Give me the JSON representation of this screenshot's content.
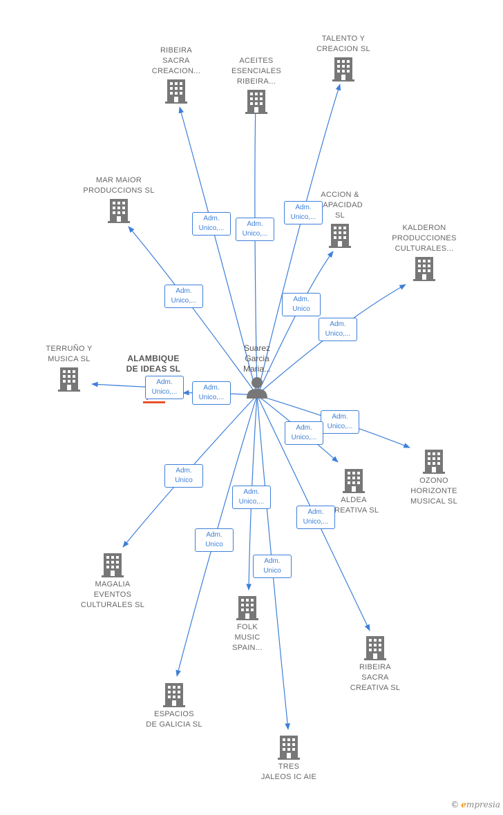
{
  "center": {
    "name": "Suarez\nGarcia\nMaria..."
  },
  "companies": [
    {
      "id": "ribeira_sacra_creacion",
      "label": "RIBEIRA\nSACRA\nCREACION..."
    },
    {
      "id": "aceites",
      "label": "ACEITES\nESENCIALES\nRIBEIRA..."
    },
    {
      "id": "talento",
      "label": "TALENTO Y\nCREACION  SL"
    },
    {
      "id": "mar_maior",
      "label": "MAR MAIOR\nPRODUCCIONS SL"
    },
    {
      "id": "accion",
      "label": "ACCION &\nCAPACIDAD\nSL"
    },
    {
      "id": "kalderon",
      "label": "KALDERON\nPRODUCCIONES\nCULTURALES..."
    },
    {
      "id": "terruno",
      "label": "TERRUÑO Y\nMUSICA  SL"
    },
    {
      "id": "alambique",
      "label": "ALAMBIQUE\nDE IDEAS  SL"
    },
    {
      "id": "ozono",
      "label": "OZONO\nHORIZONTE\nMUSICAL  SL"
    },
    {
      "id": "aldea",
      "label": "ALDEA\nCREATIVA  SL"
    },
    {
      "id": "magalia",
      "label": "MAGALIA\nEVENTOS\nCULTURALES SL"
    },
    {
      "id": "folk",
      "label": "FOLK\nMUSIC\nSPAIN..."
    },
    {
      "id": "ribeira_sacra_creativa",
      "label": "RIBEIRA\nSACRA\nCREATIVA  SL"
    },
    {
      "id": "espacios",
      "label": "ESPACIOS\nDE GALICIA  SL"
    },
    {
      "id": "tres_jaleos",
      "label": "TRES\nJALEOS IC AIE"
    }
  ],
  "edges": [
    {
      "to": "ribeira_sacra_creacion",
      "label": "Adm.\nUnico,..."
    },
    {
      "to": "aceites",
      "label": "Adm.\nUnico,..."
    },
    {
      "to": "talento",
      "label": "Adm.\nUnico,..."
    },
    {
      "to": "mar_maior",
      "label": "Adm.\nUnico,..."
    },
    {
      "to": "accion",
      "label": "Adm.\nUnico"
    },
    {
      "to": "kalderon",
      "label": "Adm.\nUnico,..."
    },
    {
      "to": "alambique",
      "label": "Adm.\nUnico,..."
    },
    {
      "to": "terruno",
      "label": "Adm.\nUnico,..."
    },
    {
      "to": "ozono",
      "label": "Adm.\nUnico,..."
    },
    {
      "to": "aldea",
      "label": "Adm.\nUnico,..."
    },
    {
      "to": "magalia",
      "label": "Adm.\nUnico"
    },
    {
      "to": "folk",
      "label": "Adm.\nUnico,..."
    },
    {
      "to": "ribeira_sacra_creativa",
      "label": "Adm.\nUnico,..."
    },
    {
      "to": "espacios",
      "label": "Adm.\nUnico"
    },
    {
      "to": "tres_jaleos",
      "label": "Adm.\nUnico"
    }
  ],
  "colors": {
    "edge": "#3d7fd9",
    "icon": "#777777",
    "highlight": "#e8522a",
    "brand_accent": "#f39a1e"
  },
  "brand": {
    "copyright": "©",
    "initial": "e",
    "rest": "mpresia"
  }
}
